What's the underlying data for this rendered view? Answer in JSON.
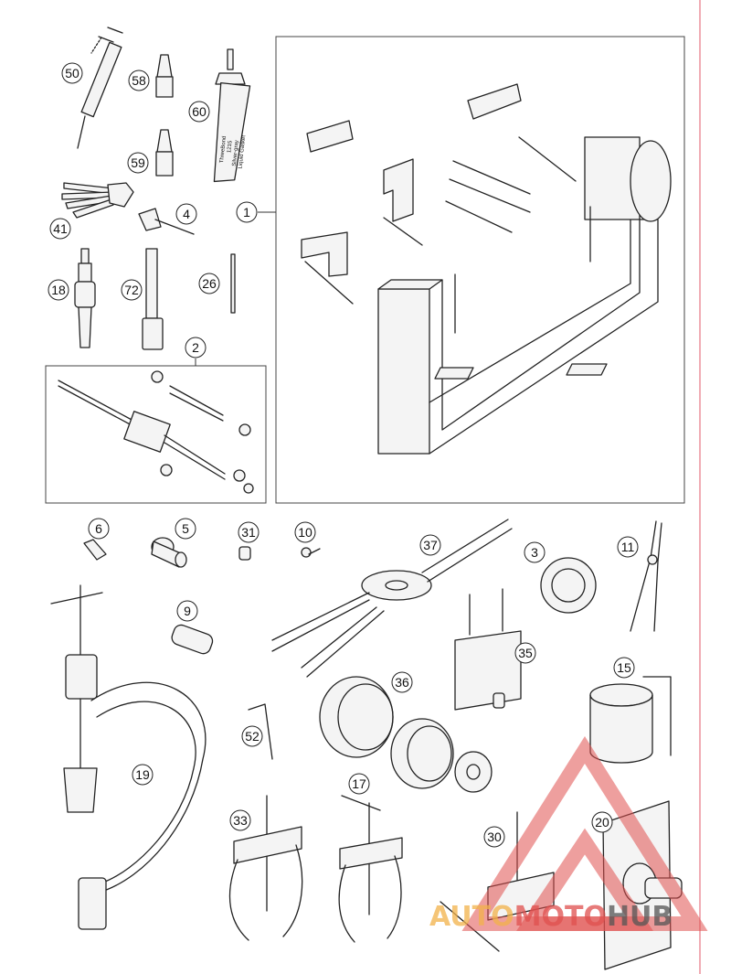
{
  "callouts": [
    {
      "id": "c50",
      "label": "50"
    },
    {
      "id": "c58",
      "label": "58"
    },
    {
      "id": "c60",
      "label": "60"
    },
    {
      "id": "c59",
      "label": "59"
    },
    {
      "id": "c41",
      "label": "41"
    },
    {
      "id": "c4",
      "label": "4"
    },
    {
      "id": "c1",
      "label": "1"
    },
    {
      "id": "c18",
      "label": "18"
    },
    {
      "id": "c72",
      "label": "72"
    },
    {
      "id": "c26",
      "label": "26"
    },
    {
      "id": "c2",
      "label": "2"
    },
    {
      "id": "c6",
      "label": "6"
    },
    {
      "id": "c5",
      "label": "5"
    },
    {
      "id": "c31",
      "label": "31"
    },
    {
      "id": "c10",
      "label": "10"
    },
    {
      "id": "c37",
      "label": "37"
    },
    {
      "id": "c3",
      "label": "3"
    },
    {
      "id": "c11",
      "label": "11"
    },
    {
      "id": "c9",
      "label": "9"
    },
    {
      "id": "c35",
      "label": "35"
    },
    {
      "id": "c36",
      "label": "36"
    },
    {
      "id": "c15",
      "label": "15"
    },
    {
      "id": "c52",
      "label": "52"
    },
    {
      "id": "c19",
      "label": "19"
    },
    {
      "id": "c17",
      "label": "17"
    },
    {
      "id": "c33",
      "label": "33"
    },
    {
      "id": "c30",
      "label": "30"
    },
    {
      "id": "c20",
      "label": "20"
    }
  ],
  "tube_label": {
    "line1": "ThreeBond",
    "line2": "1215",
    "line3": "Silver-gray",
    "line4": "Liquid Gasket"
  },
  "watermark": {
    "part1": "AUTO",
    "part2": "MOTO",
    "part3": "HUB",
    "color1": "#f2b24a",
    "color2": "#e0504e",
    "color3": "#555555"
  },
  "colors": {
    "margin_line": "#e05a6a",
    "ink": "#222222"
  }
}
